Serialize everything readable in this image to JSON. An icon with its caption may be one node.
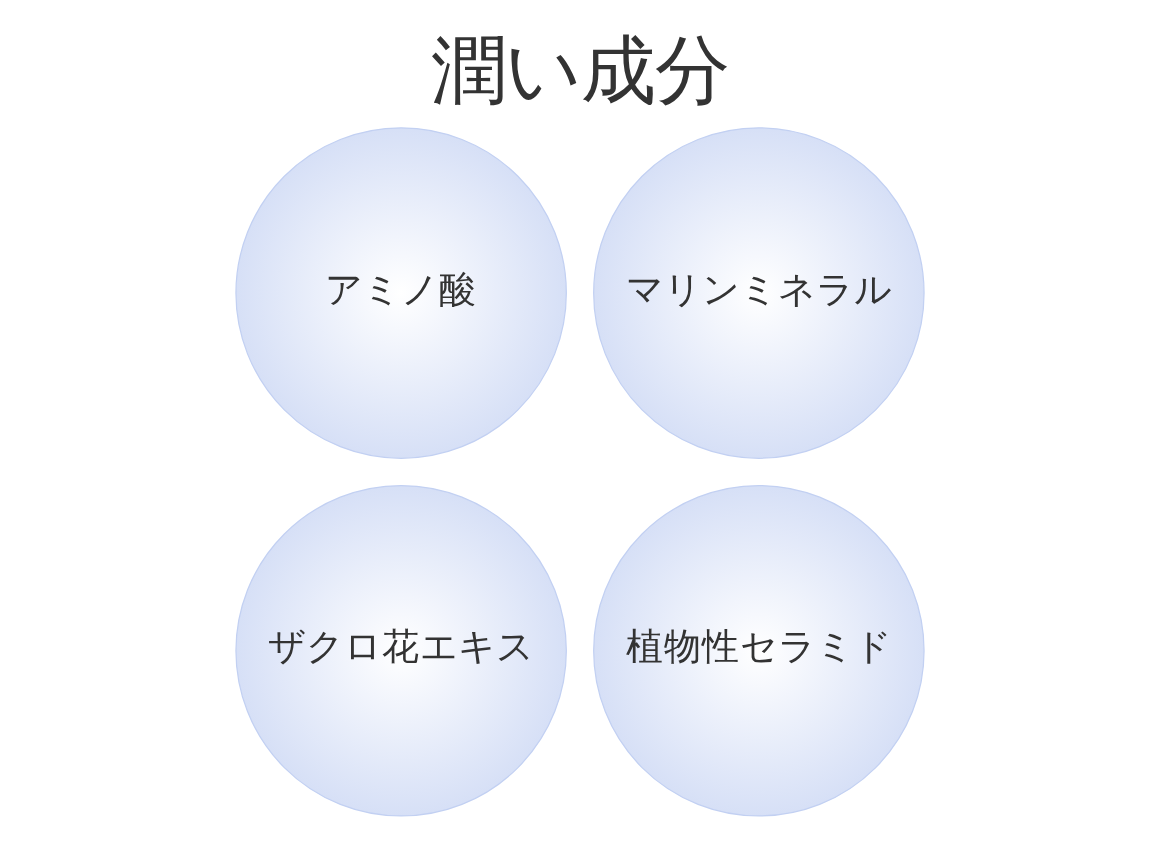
{
  "diagram": {
    "title": "潤い成分",
    "nodes": [
      {
        "text": [
          "アミノ酸"
        ]
      },
      {
        "text": [
          "マリンミネラル"
        ]
      },
      {
        "text": [
          "ザクロ花エキス"
        ]
      },
      {
        "text": [
          "植物性セラミド"
        ]
      }
    ]
  }
}
